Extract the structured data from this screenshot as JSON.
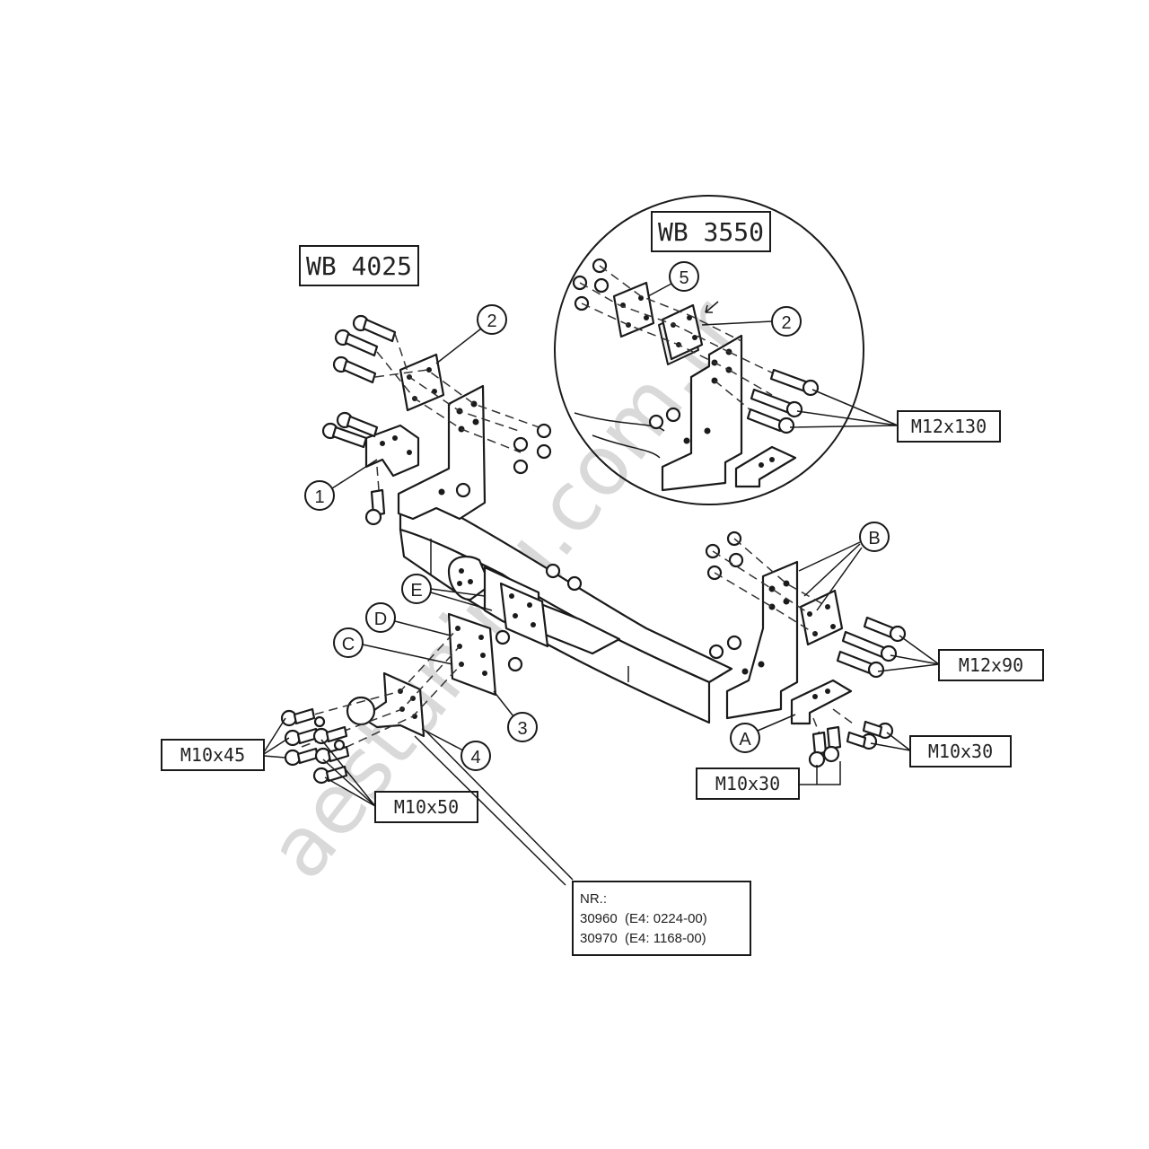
{
  "diagram": {
    "titles": {
      "main_variant": "WB 4025",
      "detail_variant": "WB 3550"
    },
    "callouts": {
      "part_1": "1",
      "part_2_main": "2",
      "part_2_detail": "2",
      "part_3": "3",
      "part_4": "4",
      "part_5": "5",
      "part_A": "A",
      "part_B": "B",
      "part_C": "C",
      "part_D": "D",
      "part_E": "E"
    },
    "fasteners": {
      "m12x130": "M12x130",
      "m12x90": "M12x90",
      "m10x45": "M10x45",
      "m10x50": "M10x50",
      "m10x30_right": "M10x30",
      "m10x30_bottom": "M10x30"
    },
    "info_box": {
      "header": "NR.:",
      "line1": "30960  (E4: 0224-00)",
      "line2": "30970  (E4: 1168-00)"
    },
    "watermark": "aestuning.com.tr"
  }
}
